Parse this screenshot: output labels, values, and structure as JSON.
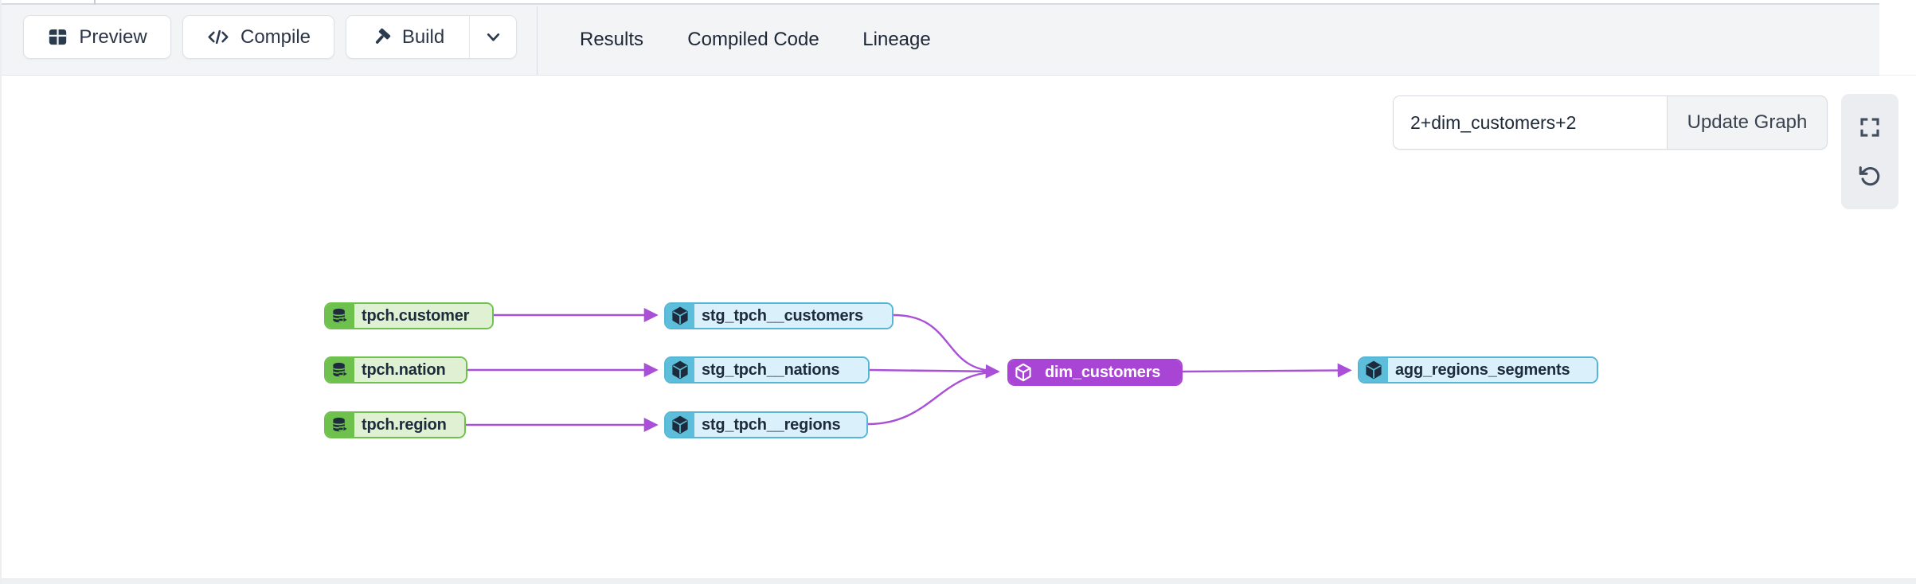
{
  "toolbar": {
    "preview_label": "Preview",
    "compile_label": "Compile",
    "build_label": "Build"
  },
  "tabs": {
    "results": "Results",
    "compiled_code": "Compiled Code",
    "lineage": "Lineage",
    "active_tab": "Lineage"
  },
  "lineage_controls": {
    "selector_value": "2+dim_customers+2",
    "update_button_label": "Update Graph",
    "icons": [
      "fullscreen-icon",
      "reset-view-icon"
    ]
  },
  "graph": {
    "nodes": [
      {
        "id": "tpch.customer",
        "label": "tpch.customer",
        "type": "source",
        "icon": "database-icon"
      },
      {
        "id": "tpch.nation",
        "label": "tpch.nation",
        "type": "source",
        "icon": "database-icon"
      },
      {
        "id": "tpch.region",
        "label": "tpch.region",
        "type": "source",
        "icon": "package-icon"
      },
      {
        "id": "stg_tpch__customers",
        "label": "stg_tpch__customers",
        "type": "staging",
        "icon": "package-icon"
      },
      {
        "id": "stg_tpch__nations",
        "label": "stg_tpch__nations",
        "type": "staging",
        "icon": "package-icon"
      },
      {
        "id": "stg_tpch__regions",
        "label": "stg_tpch__regions",
        "type": "staging",
        "icon": "package-icon"
      },
      {
        "id": "dim_customers",
        "label": "dim_customers",
        "type": "selected-model",
        "icon": "package-icon"
      },
      {
        "id": "agg_regions_segments",
        "label": "agg_regions_segments",
        "type": "model",
        "icon": "package-icon"
      }
    ],
    "edges": [
      {
        "from": "tpch.customer",
        "to": "stg_tpch__customers"
      },
      {
        "from": "tpch.nation",
        "to": "stg_tpch__nations"
      },
      {
        "from": "tpch.region",
        "to": "stg_tpch__regions"
      },
      {
        "from": "stg_tpch__customers",
        "to": "dim_customers"
      },
      {
        "from": "stg_tpch__nations",
        "to": "dim_customers"
      },
      {
        "from": "stg_tpch__regions",
        "to": "dim_customers"
      },
      {
        "from": "dim_customers",
        "to": "agg_regions_segments"
      }
    ]
  },
  "colors": {
    "edge": "#a94fd8",
    "source_node": "#6fc14e",
    "staging_node": "#55b6d5",
    "selected_node": "#a845d5",
    "toolbar_bg": "#f3f4f6",
    "text_dark": "#1d2b3d"
  }
}
